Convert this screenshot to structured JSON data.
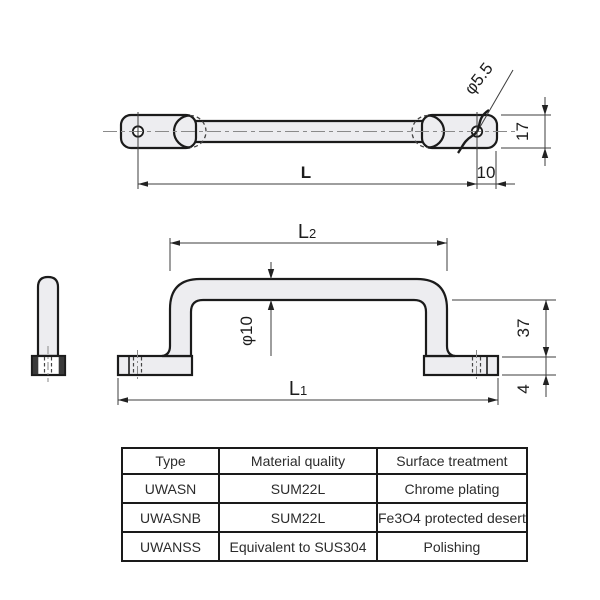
{
  "drawing": {
    "accent_color": "#29a9e0",
    "top_view": {
      "dim_length": "L",
      "dim_end_offset": "10",
      "dim_width": "17",
      "dim_hole": "φ5.5"
    },
    "front_view": {
      "dim_inner_main": "L",
      "dim_inner_sub": "2",
      "dim_outer_main": "L",
      "dim_outer_sub": "1",
      "dim_bar": "φ10",
      "dim_height": "37",
      "dim_foot": "4"
    }
  },
  "table": {
    "headers": [
      "Type",
      "Material quality",
      "Surface treatment"
    ],
    "rows": [
      {
        "type": "UWASN",
        "material": "SUM22L",
        "surface": "Chrome plating"
      },
      {
        "type": "UWASNB",
        "material": "SUM22L",
        "surface": "Fe3O4 protected desert"
      },
      {
        "type": "UWANSS",
        "material": "Equivalent to SUS304",
        "surface": "Polishing"
      }
    ]
  }
}
